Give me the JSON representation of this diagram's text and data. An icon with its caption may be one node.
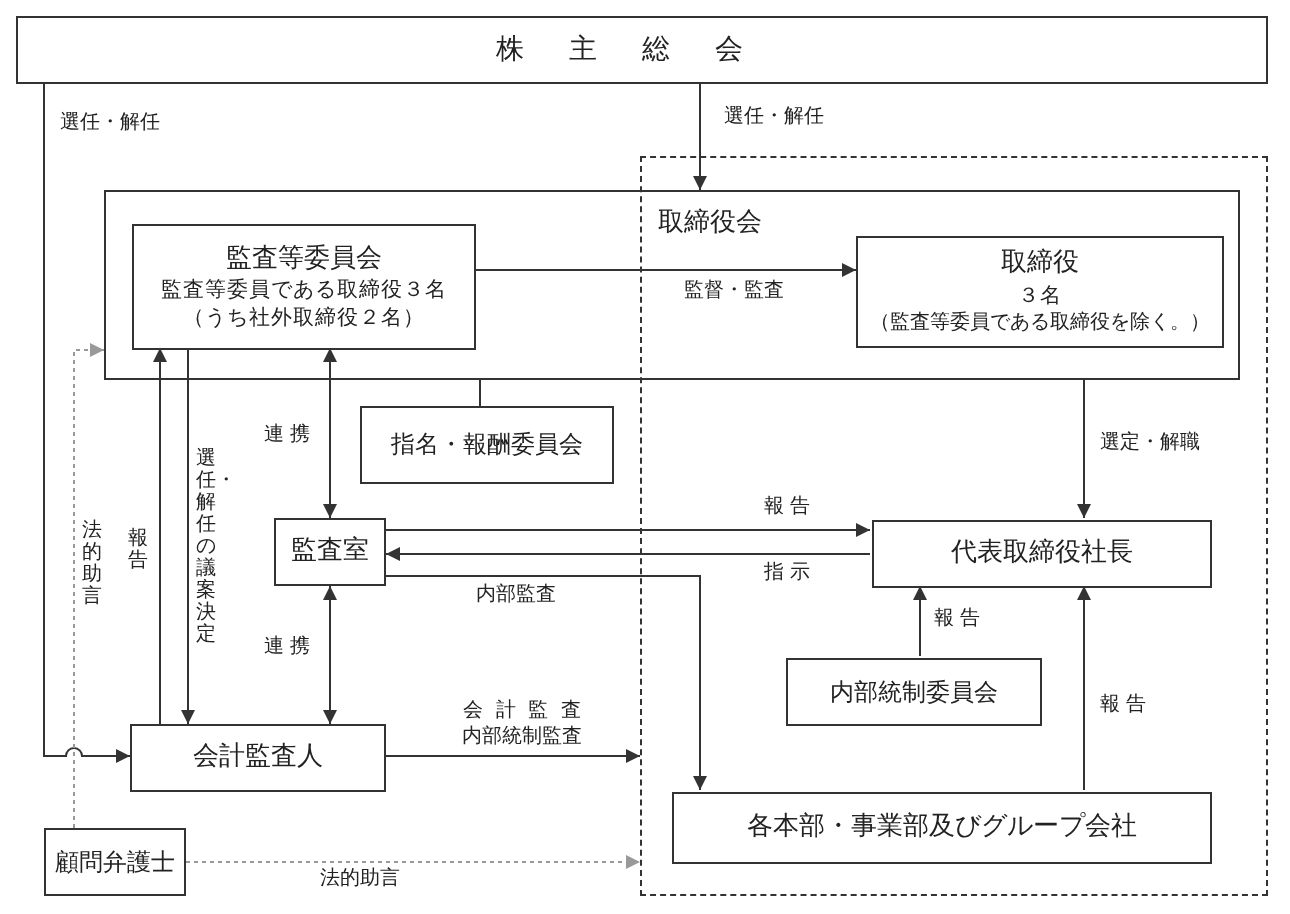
{
  "diagram": {
    "nodes": [
      {
        "text": [
          "株主総会"
        ]
      },
      {
        "text": [],
        "shape": "box"
      },
      {
        "text": [
          "取締役会"
        ]
      },
      {
        "text": [
          "監査等委員会",
          "監査等委員である取締役３名",
          "（うち社外取締役２名）"
        ],
        "in": 2
      },
      {
        "text": [
          "取締役",
          "３名",
          "（監査等委員である取締役を除く。）"
        ]
      },
      {
        "text": [
          "指名・報酬委員会"
        ]
      },
      {
        "text": [
          "監査室"
        ]
      },
      {
        "text": [
          "代表取締役社長"
        ],
        "in": 1
      },
      {
        "text": [
          "内部統制委員会"
        ],
        "in": 1
      },
      {
        "text": [
          "会計監査人"
        ]
      },
      {
        "text": [
          "各本部・事業部及びグループ会社"
        ],
        "in": 1
      },
      {
        "text": [
          "顧問弁護士"
        ]
      }
    ],
    "edges": [
      {
        "from": 0,
        "to": 2,
        "arrow": "to",
        "label": "選任・解任"
      },
      {
        "from": 0,
        "to": 9,
        "arrow": "to",
        "label": "選任・解任"
      },
      {
        "from": 3,
        "to": 4,
        "arrow": "to",
        "label": "監督・監査"
      },
      {
        "from": 2,
        "to": 5,
        "arrow": "none"
      },
      {
        "from": 3,
        "to": 6,
        "arrow": "both",
        "label": "連 携"
      },
      {
        "from": 6,
        "to": 9,
        "arrow": "both",
        "label": "連 携"
      },
      {
        "from": 9,
        "to": 3,
        "arrow": "to",
        "label": "報告"
      },
      {
        "from": 3,
        "to": 9,
        "arrow": "to",
        "label": "選任・解任の議案決定"
      },
      {
        "from": 6,
        "to": 7,
        "arrow": "to",
        "label": "報 告"
      },
      {
        "from": 7,
        "to": 6,
        "arrow": "to",
        "label": "指 示"
      },
      {
        "from": 6,
        "to": 10,
        "arrow": "to",
        "label": "内部監査"
      },
      {
        "from": 2,
        "to": 7,
        "arrow": "to",
        "label": "選定・解職"
      },
      {
        "from": 8,
        "to": 7,
        "arrow": "to",
        "label": "報 告"
      },
      {
        "from": 10,
        "to": 7,
        "arrow": "to",
        "label": "報 告"
      },
      {
        "from": 9,
        "to": 1,
        "arrow": "to",
        "label": "会 計 監 査内部統制監査"
      },
      {
        "from": 11,
        "to": 2,
        "arrow": "to",
        "label": "法的助言",
        "style": "dashed",
        "color": "#999999"
      },
      {
        "from": 11,
        "to": 1,
        "arrow": "to",
        "label": "法的助言",
        "style": "dashed",
        "color": "#999999"
      }
    ]
  }
}
